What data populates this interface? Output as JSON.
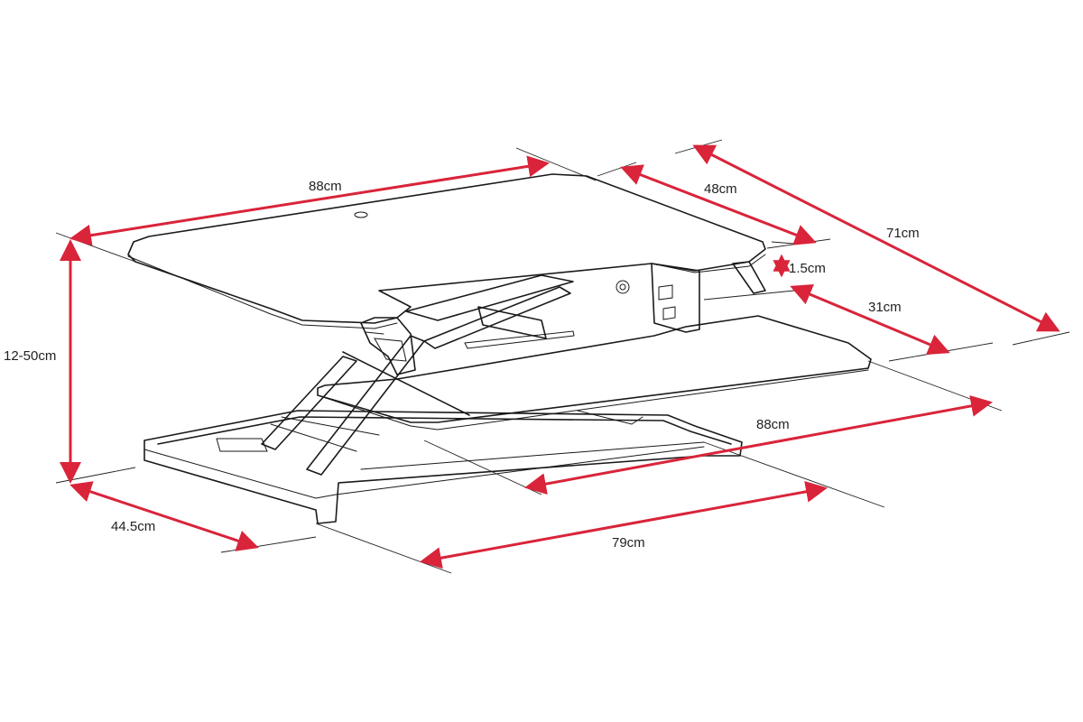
{
  "colors": {
    "dimension": "#d9243a",
    "outline": "#1a1a1a",
    "background": "#ffffff"
  },
  "dimensions": {
    "top_width": "88cm",
    "top_depth": "48cm",
    "total_depth": "71cm",
    "top_thickness": "1.5cm",
    "keyboard_depth": "31cm",
    "height_range": "12-50cm",
    "keyboard_width": "88cm",
    "base_depth": "44.5cm",
    "base_width": "79cm"
  }
}
